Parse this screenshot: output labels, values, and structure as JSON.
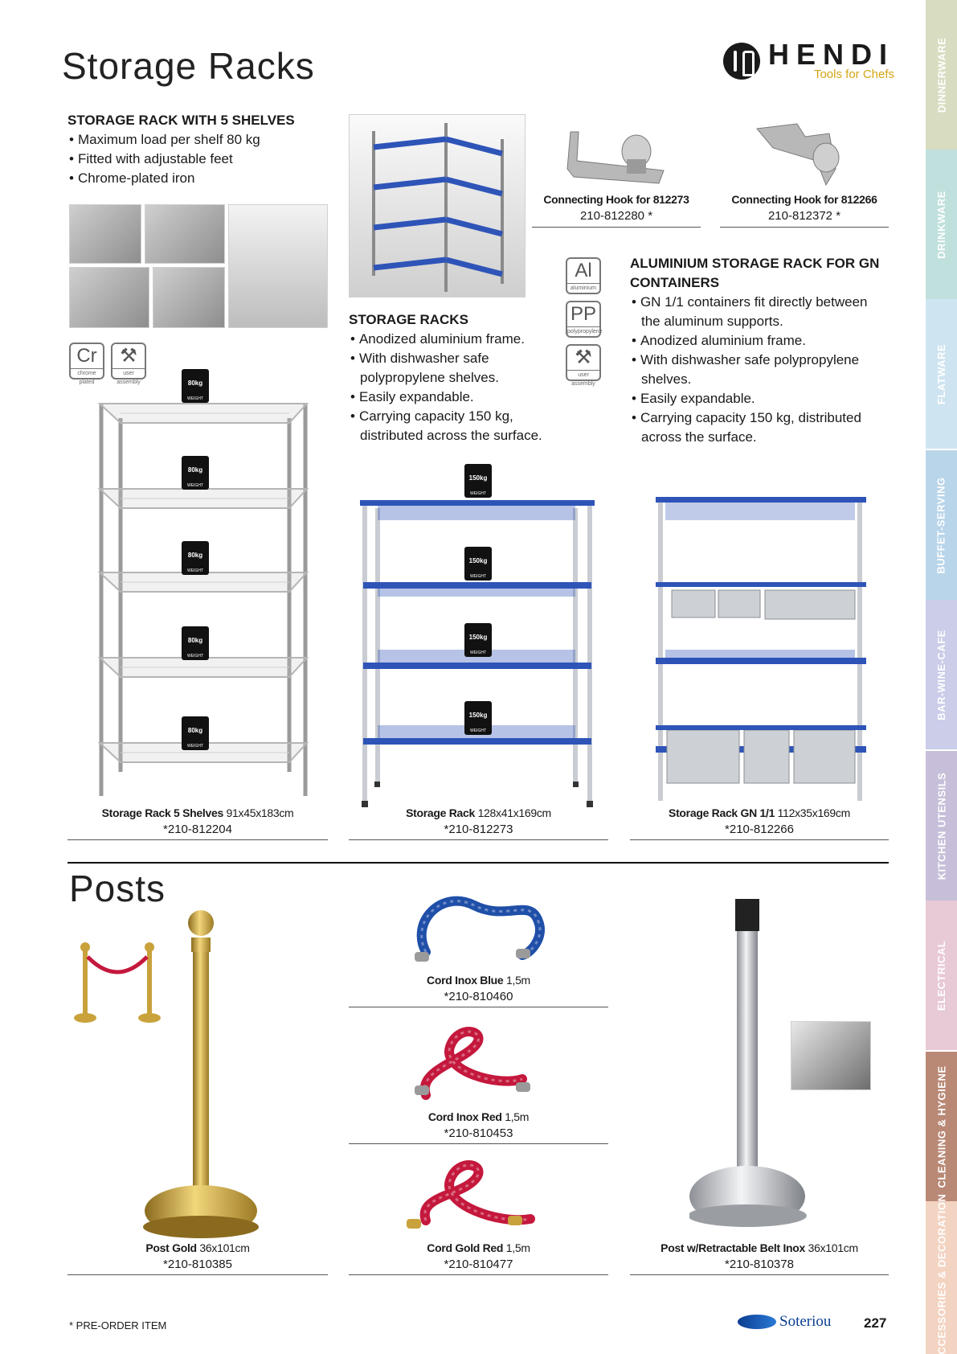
{
  "header": {
    "title": "Storage Racks",
    "brand_name": "HENDI",
    "brand_tagline": "Tools for Chefs"
  },
  "rack5": {
    "heading": "STORAGE RACK WITH 5 SHELVES",
    "features": [
      "Maximum load per shelf 80 kg",
      "Fitted with adjustable feet",
      "Chrome-plated iron"
    ],
    "badges": [
      {
        "symbol": "Cr",
        "label": "chrome plated"
      },
      {
        "symbol": "⚒",
        "label": "user assembly"
      }
    ],
    "weight_label": "80kg",
    "weight_caption": "WEIGHT",
    "caption_name": "Storage Rack 5 Shelves",
    "caption_dim": "91x45x183cm",
    "code": "*210-812204"
  },
  "storage": {
    "heading": "STORAGE RACKS",
    "features": [
      "Anodized aluminium frame.",
      "With dishwasher safe polypropylene shelves.",
      "Easily expandable.",
      "Carrying capacity 150 kg, distributed across the surface."
    ],
    "weight_label": "150kg",
    "weight_caption": "WEIGHT",
    "caption_name": "Storage Rack",
    "caption_dim": "128x41x169cm",
    "code": "*210-812273"
  },
  "material_badges": [
    {
      "symbol": "Al",
      "label": "aluminium"
    },
    {
      "symbol": "PP",
      "label": "polypropylene"
    },
    {
      "symbol": "⚒",
      "label": "user assembly"
    }
  ],
  "hooks": [
    {
      "name": "Connecting Hook for 812273",
      "code": "210-812280 *"
    },
    {
      "name": "Connecting Hook for 812266",
      "code": "210-812372  *"
    }
  ],
  "gn": {
    "heading": "ALUMINIUM STORAGE RACK FOR GN CONTAINERS",
    "features": [
      "GN 1/1 containers fit directly between the aluminum supports.",
      "Anodized aluminium frame.",
      "With dishwasher safe polypropylene shelves.",
      "Easily expandable.",
      "Carrying capacity 150 kg, distributed across the surface."
    ],
    "caption_name": "Storage Rack GN 1/1",
    "caption_dim": "112x35x169cm",
    "code": "*210-812266"
  },
  "posts": {
    "title": "Posts",
    "post_gold": {
      "name": "Post Gold",
      "dim": "36x101cm",
      "code": "*210-810385"
    },
    "cords": [
      {
        "name": "Cord Inox Blue",
        "dim": "1,5m",
        "code": "*210-810460",
        "color": "#1f4fa8",
        "end": "#9a9a9a"
      },
      {
        "name": "Cord Inox Red",
        "dim": "1,5m",
        "code": "*210-810453",
        "color": "#c4183c",
        "end": "#9a9a9a"
      },
      {
        "name": "Cord Gold Red",
        "dim": "1,5m",
        "code": "*210-810477",
        "color": "#c4183c",
        "end": "#c9a23c"
      }
    ],
    "belt_post": {
      "name": "Post w/Retractable Belt Inox",
      "dim": "36x101cm",
      "code": "*210-810378"
    }
  },
  "side_tabs": [
    {
      "label": "DINNERWARE",
      "color": "#d8dcc0"
    },
    {
      "label": "DRINKWARE",
      "color": "#bfe0dc"
    },
    {
      "label": "FLATWARE",
      "color": "#cfe4f1"
    },
    {
      "label": "BUFFET-SERVING",
      "color": "#b9d5ea"
    },
    {
      "label": "BAR-WINE-CAFE",
      "color": "#cbcde9"
    },
    {
      "label": "KITCHEN UTENSILS",
      "color": "#c7bfd9"
    },
    {
      "label": "ELECTRICAL",
      "color": "#e8c9d6"
    },
    {
      "label": "CLEANING & HYGIENE",
      "color": "#b98976"
    },
    {
      "label": "ACCESSORIES & DECORATION",
      "color": "#f3d3c1"
    }
  ],
  "footer": {
    "note": "* PRE-ORDER ITEM",
    "company": "Soteriou",
    "page": "227"
  }
}
